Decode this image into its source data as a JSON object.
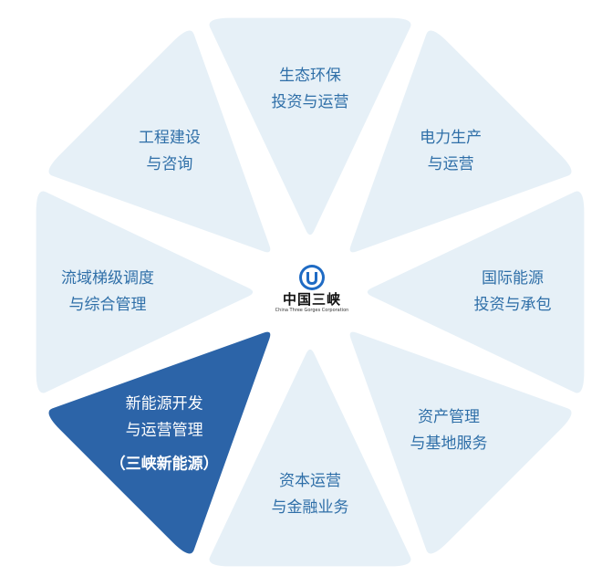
{
  "segments": [
    {
      "id": "eco",
      "lines": [
        "生态环保",
        "投资与运营"
      ],
      "active": false
    },
    {
      "id": "power",
      "lines": [
        "电力生产",
        "与运营"
      ],
      "active": false
    },
    {
      "id": "intl",
      "lines": [
        "国际能源",
        "投资与承包"
      ],
      "active": false
    },
    {
      "id": "asset",
      "lines": [
        "资产管理",
        "与基地服务"
      ],
      "active": false
    },
    {
      "id": "capital",
      "lines": [
        "资本运营",
        "与金融业务"
      ],
      "active": false
    },
    {
      "id": "newenergy",
      "lines": [
        "新能源开发",
        "与运营管理",
        "（三峡新能源）"
      ],
      "active": true
    },
    {
      "id": "basin",
      "lines": [
        "流域梯级调度",
        "与综合管理"
      ],
      "active": false
    },
    {
      "id": "engineering",
      "lines": [
        "工程建设",
        "与咨询"
      ],
      "active": false
    }
  ],
  "center": {
    "name": "中国三峡",
    "english": "China Three Gorges Corporation"
  },
  "colors": {
    "segment": "#e6f0f7",
    "active": "#2c64a8",
    "text": "#2f6fa8"
  }
}
